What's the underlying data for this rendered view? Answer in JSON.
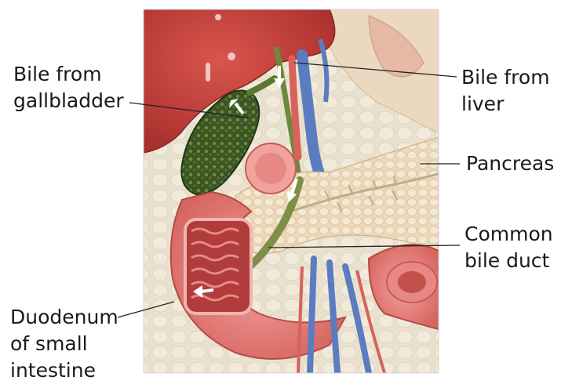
{
  "labels": {
    "bile_from_gallbladder": [
      "Bile from",
      "gallbladder"
    ],
    "bile_from_liver": [
      "Bile from",
      "liver"
    ],
    "pancreas": [
      "Pancreas"
    ],
    "common_bile_duct": [
      "Common",
      "bile duct"
    ],
    "duodenum": [
      "Duodenum",
      "of small",
      "intestine"
    ]
  },
  "colors": {
    "liver": "#c8403c",
    "gallbladder": "#3f5a28",
    "duodenum": "#e07a76",
    "pancreas": "#eedcc0",
    "vein": "#4f73b8",
    "leader_line": "#222222"
  }
}
